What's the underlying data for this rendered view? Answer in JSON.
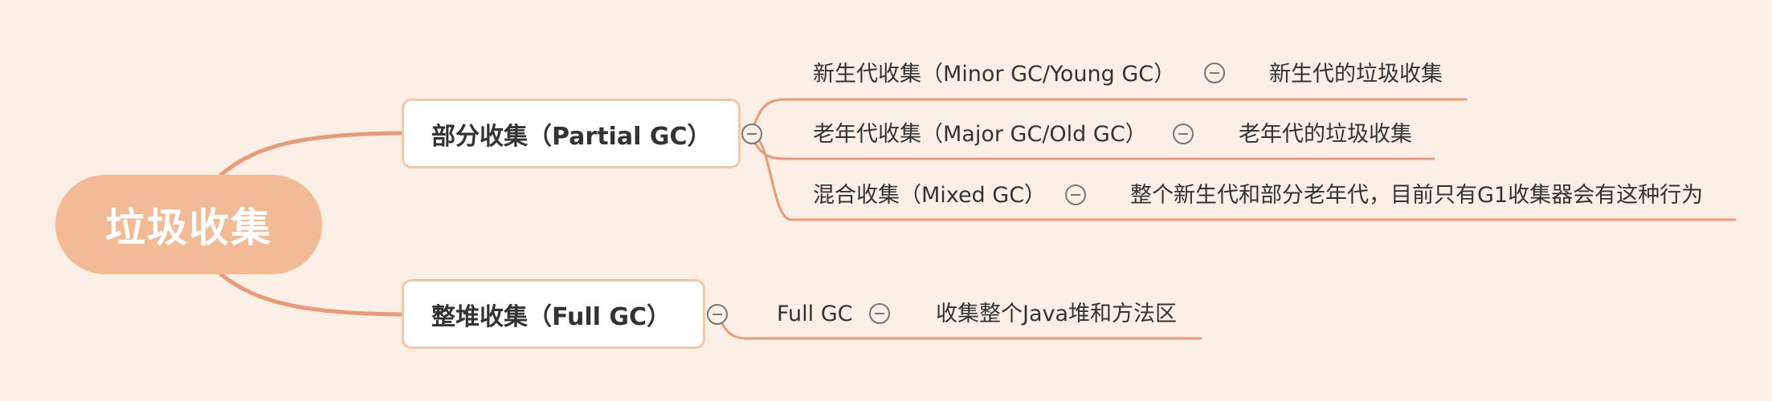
{
  "colors": {
    "background": "#fcefe6",
    "root_fill": "#f3bb95",
    "connector": "#eb9a78",
    "branch_border": "#f4c8a6",
    "text": "#333333"
  },
  "root": {
    "label": "垃圾收集"
  },
  "branches": [
    {
      "label": "部分收集（Partial GC）",
      "children": [
        {
          "label": "新生代收集（Minor GC/Young GC）",
          "note": "新生代的垃圾收集"
        },
        {
          "label": "老年代收集（Major GC/Old GC）",
          "note": "老年代的垃圾收集"
        },
        {
          "label": "混合收集（Mixed GC）",
          "note": "整个新生代和部分老年代，目前只有G1收集器会有这种行为"
        }
      ]
    },
    {
      "label": "整堆收集（Full GC）",
      "children": [
        {
          "label": "Full GC",
          "note": "收集整个Java堆和方法区"
        }
      ]
    }
  ],
  "icons": {
    "collapse": "minus-circle-icon"
  }
}
